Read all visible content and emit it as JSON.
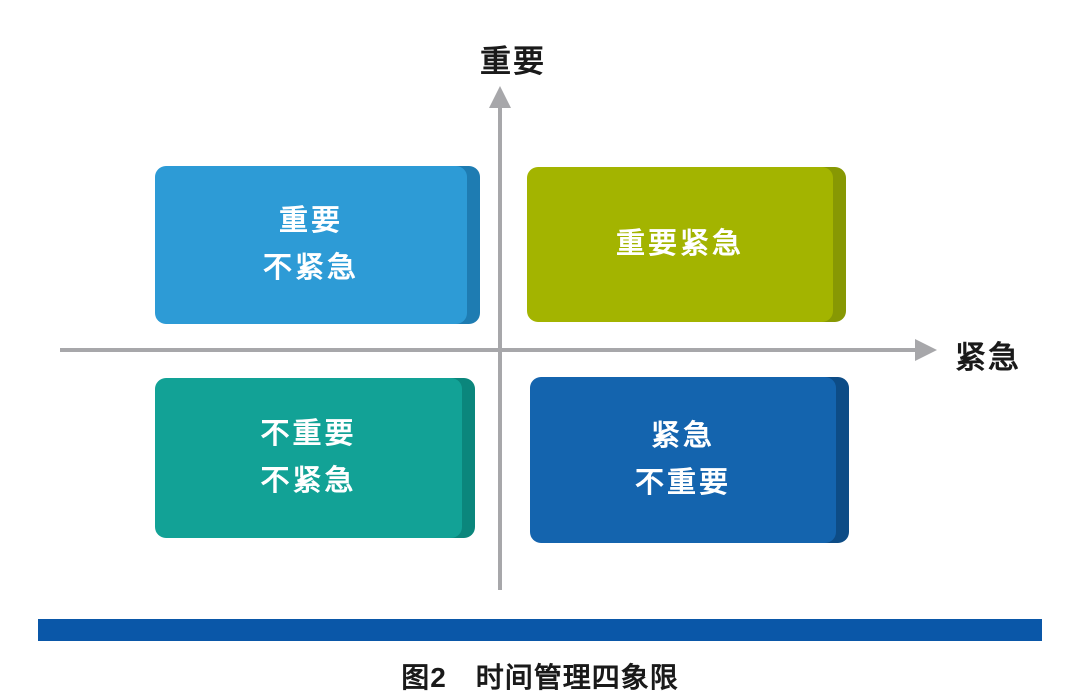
{
  "figure": {
    "axes": {
      "y_label": "重要",
      "x_label": "紧急",
      "axis_color": "#a7a7aa"
    },
    "quadrants": [
      {
        "name": "important-not-urgent",
        "lines": [
          "重要",
          "不紧急"
        ],
        "color": "#2d9bd6",
        "edge_color": "#1e7cb2"
      },
      {
        "name": "important-urgent",
        "lines": [
          "重要紧急"
        ],
        "color": "#a3b400",
        "edge_color": "#879803"
      },
      {
        "name": "not-important-not-urgent",
        "lines": [
          "不重要",
          "不紧急"
        ],
        "color": "#12a296",
        "edge_color": "#0b867c"
      },
      {
        "name": "urgent-not-important",
        "lines": [
          "紧急",
          "不重要"
        ],
        "color": "#1464ae",
        "edge_color": "#0d4c86"
      }
    ],
    "bottom_bar_color": "#0a57a8",
    "caption": "图2　时间管理四象限"
  }
}
